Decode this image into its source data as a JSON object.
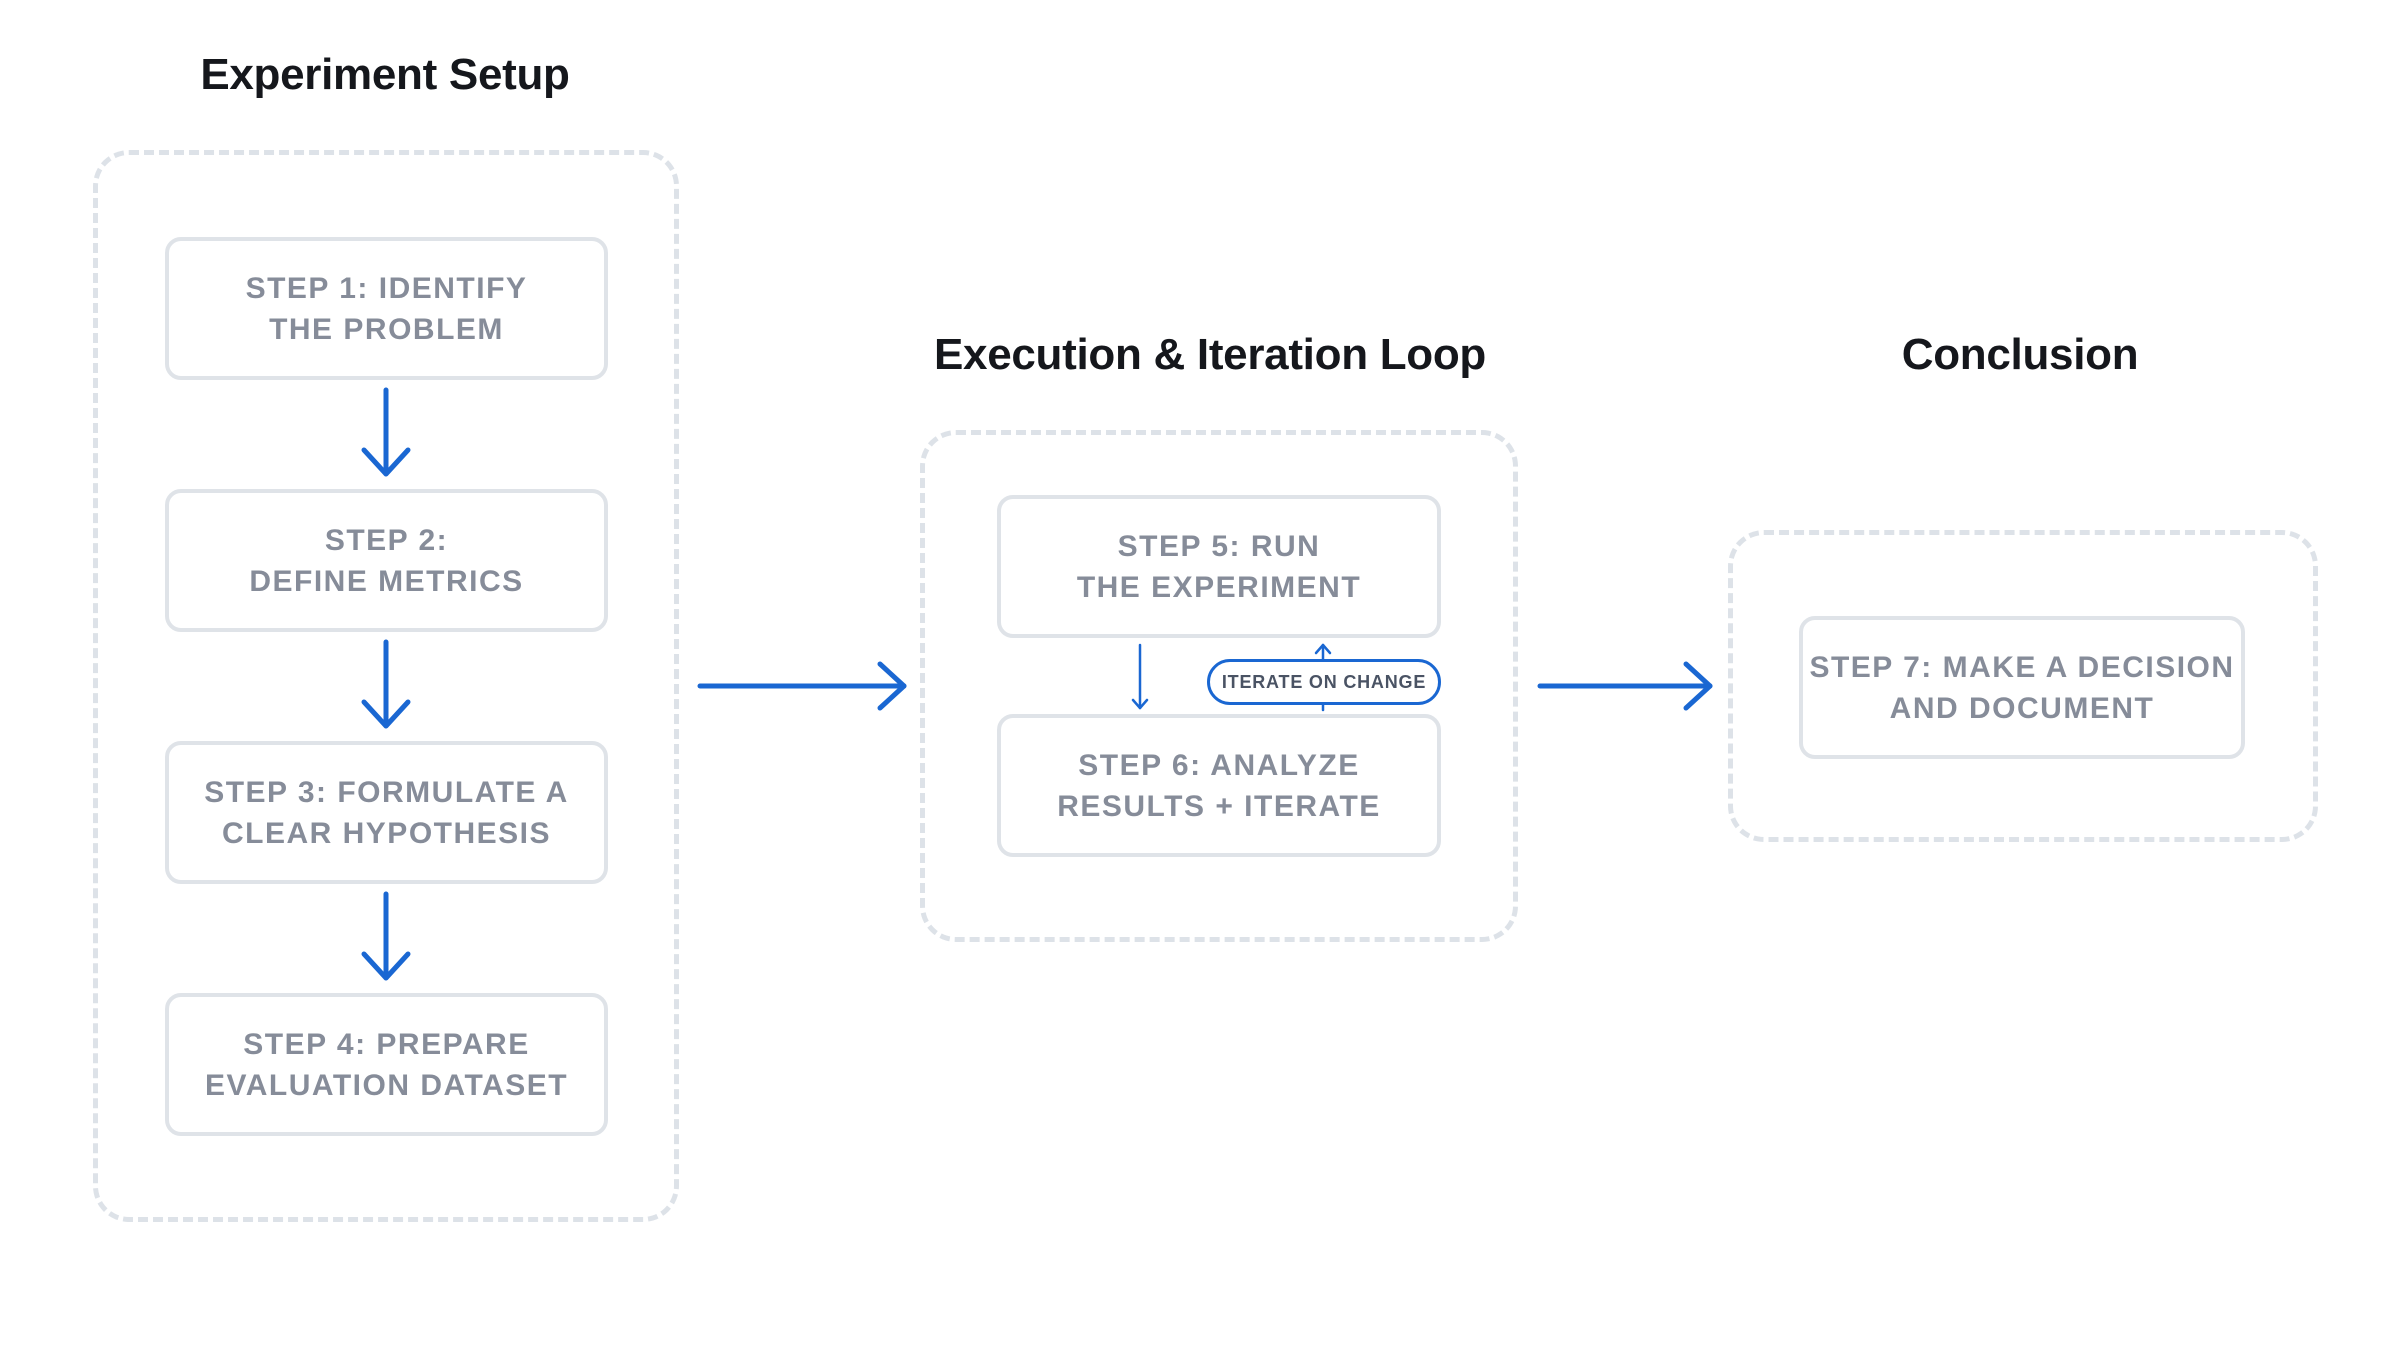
{
  "sections": {
    "setup": {
      "title": "Experiment Setup",
      "steps": [
        {
          "line1": "STEP 1: IDENTIFY",
          "line2": "THE PROBLEM"
        },
        {
          "line1": "STEP 2:",
          "line2": "DEFINE METRICS"
        },
        {
          "line1": "STEP 3: FORMULATE A",
          "line2": "CLEAR HYPOTHESIS"
        },
        {
          "line1": "STEP 4: PREPARE",
          "line2": "EVALUATION DATASET"
        }
      ]
    },
    "execution": {
      "title": "Execution & Iteration Loop",
      "steps": [
        {
          "line1": "STEP 5: RUN",
          "line2": "THE EXPERIMENT"
        },
        {
          "line1": "STEP 6: ANALYZE",
          "line2": "RESULTS + ITERATE"
        }
      ],
      "loop_label": "ITERATE ON CHANGE"
    },
    "conclusion": {
      "title": "Conclusion",
      "steps": [
        {
          "line1": "STEP 7: MAKE A DECISION",
          "line2": "AND DOCUMENT"
        }
      ]
    }
  },
  "colors": {
    "arrow": "#1a67d2",
    "box_border": "#dfe3e8",
    "group_border": "#dde2e8",
    "step_text": "#868c99",
    "title_text": "#15171c"
  }
}
